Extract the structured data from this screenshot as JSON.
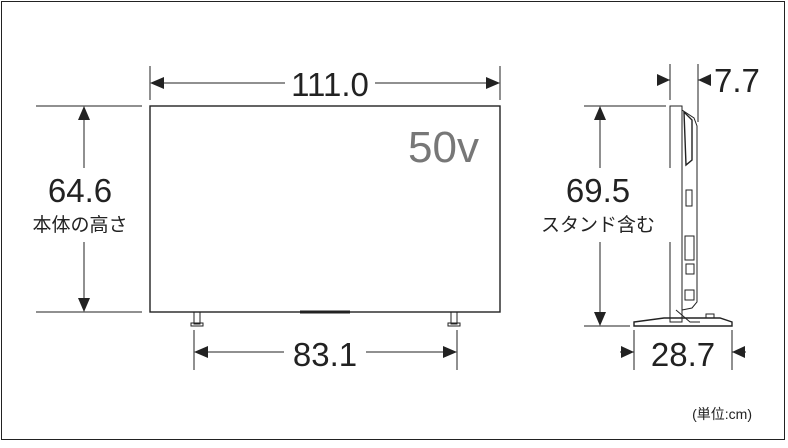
{
  "width_label": "111.0",
  "screen_height_label": "64.6",
  "screen_height_caption": "本体の高さ",
  "stand_width_label": "83.1",
  "size_badge": "50v",
  "depth_top_label": "7.7",
  "height_with_stand_label": "69.5",
  "height_with_stand_caption": "スタンド含む",
  "stand_depth_label": "28.7",
  "unit_note": "(単位:cm)"
}
